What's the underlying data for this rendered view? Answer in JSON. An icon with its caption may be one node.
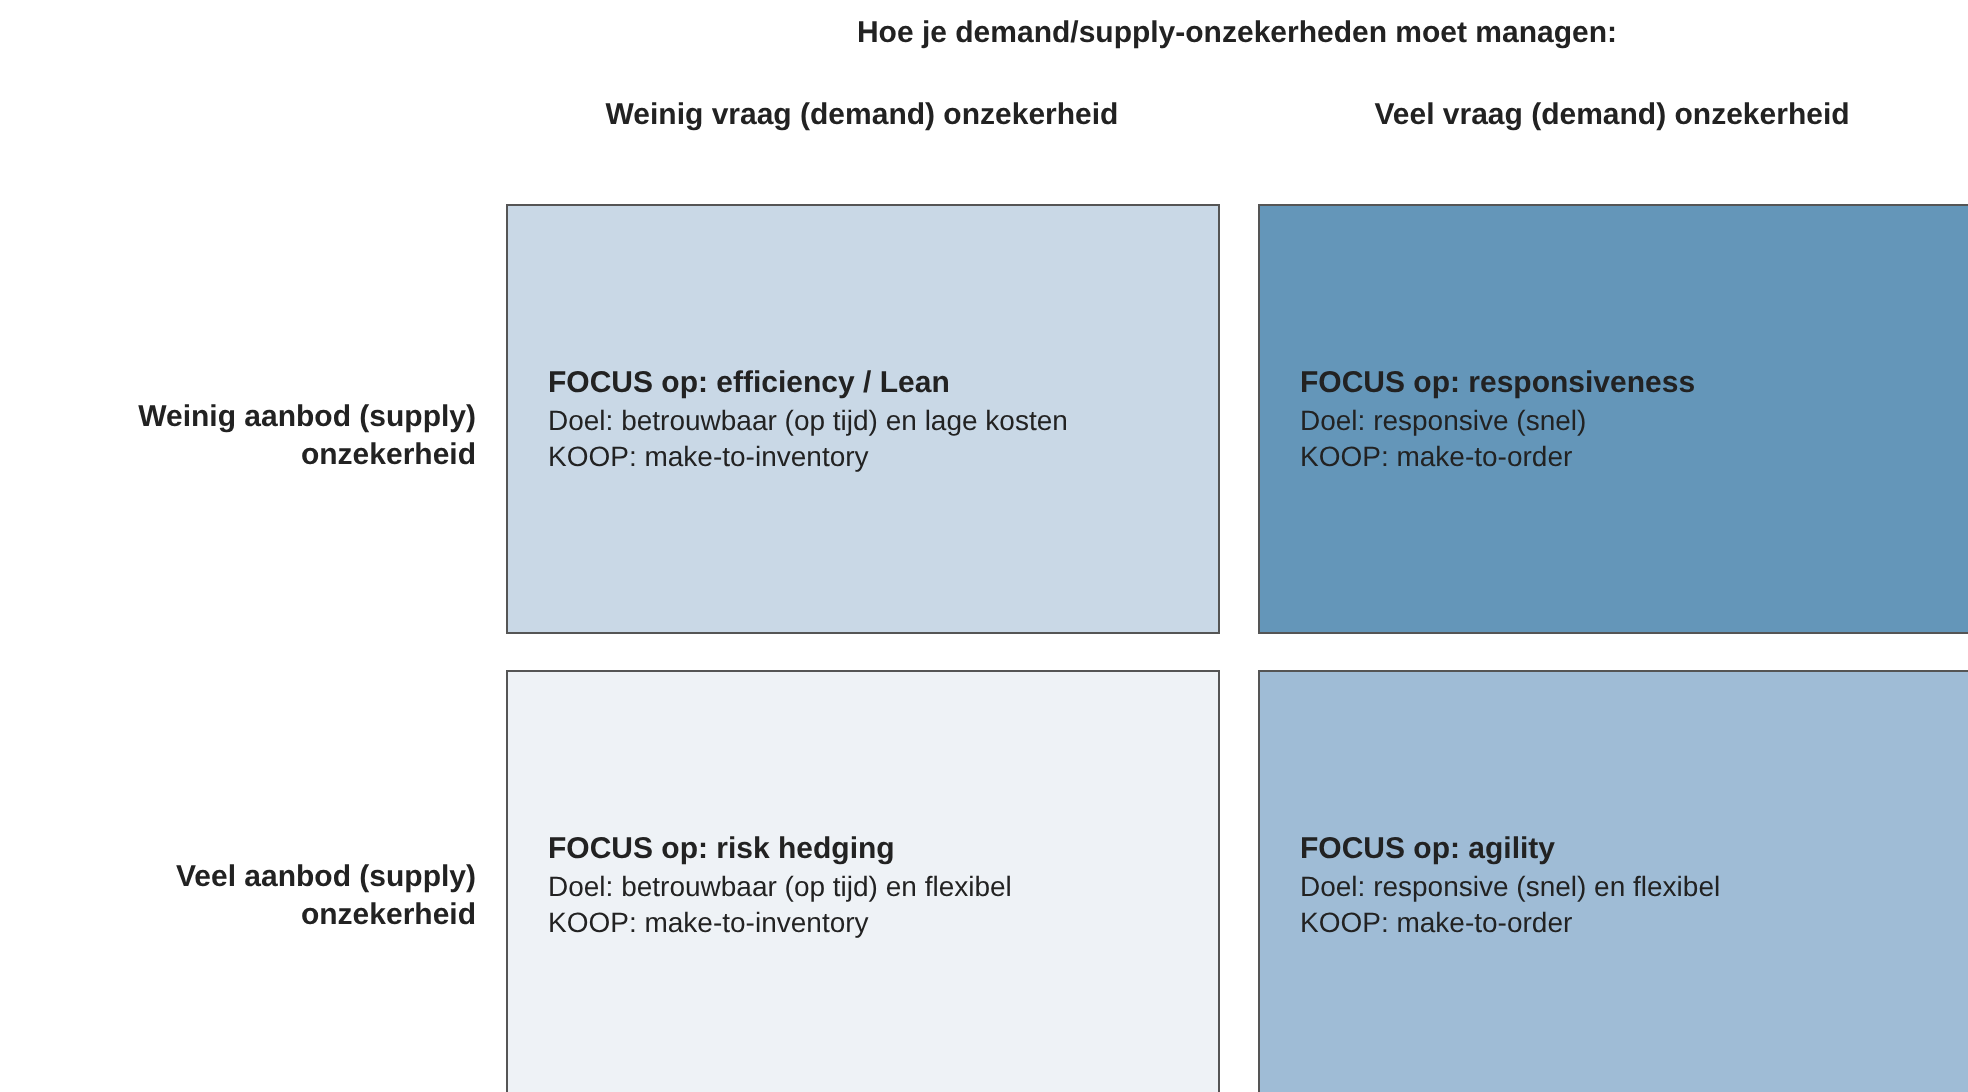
{
  "diagram": {
    "title": "Hoe je demand/supply-onzekerheden moet managen:",
    "nodes": [
      {
        "text": [
          "FOCUS op: efficiency / Lean",
          "Doel: betrouwbaar (op tijd) en lage kosten",
          "KOOP: make-to-inventory"
        ]
      },
      {
        "text": [
          "FOCUS op: responsiveness",
          "Doel: responsive (snel)",
          "KOOP: make-to-order"
        ]
      },
      {
        "text": [
          "FOCUS op: risk hedging",
          "Doel: betrouwbaar (op tijd) en flexibel",
          "KOOP: make-to-inventory"
        ]
      },
      {
        "text": [
          "FOCUS op: agility",
          "Doel: responsive (snel) en flexibel",
          "KOOP: make-to-order"
        ]
      }
    ],
    "labels": [
      "Weinig vraag (demand) onzekerheid",
      "Veel vraag (demand) onzekerheid",
      "Weinig aanbod (supply) onzekerheid",
      "Veel aanbod (supply) onzekerheid"
    ]
  }
}
